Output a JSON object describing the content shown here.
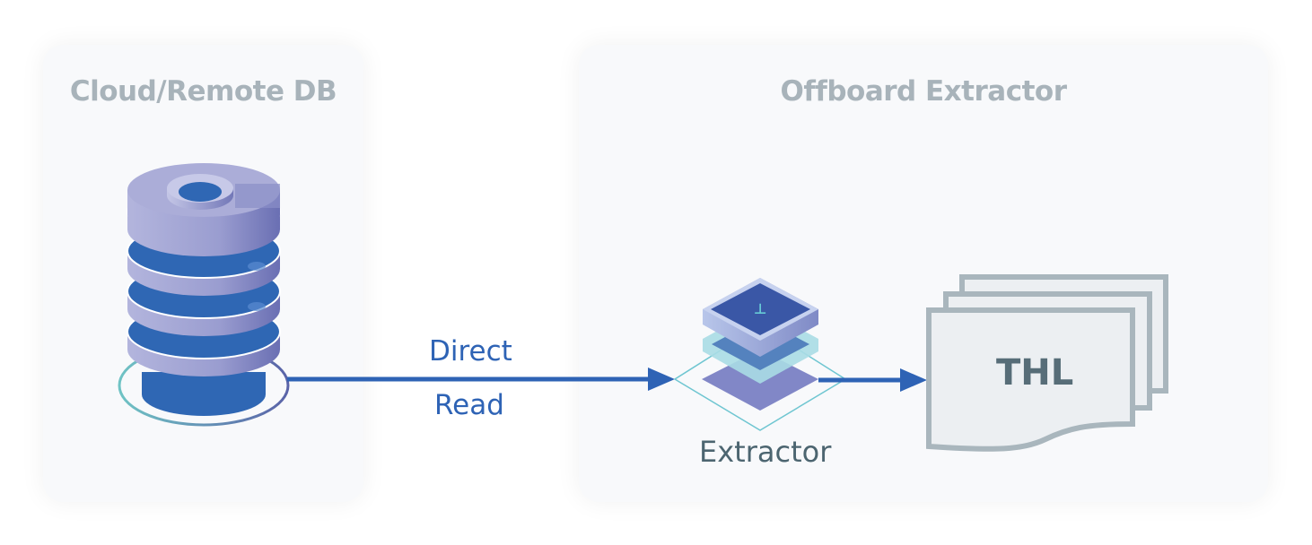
{
  "diagram": {
    "groups": [
      {
        "id": "cloud",
        "title": "Cloud/Remote DB"
      },
      {
        "id": "offboard",
        "title": "Offboard Extractor"
      }
    ],
    "nodes": {
      "database": {
        "label": "",
        "icon": "database-stack-icon"
      },
      "extractor": {
        "label": "Extractor",
        "icon": "chip-stack-icon"
      },
      "thl": {
        "label": "THL",
        "icon": "document-stack-icon"
      }
    },
    "edges": [
      {
        "from": "database",
        "to": "extractor",
        "label_line1": "Direct",
        "label_line2": "Read"
      },
      {
        "from": "extractor",
        "to": "thl",
        "label_line1": "",
        "label_line2": ""
      }
    ],
    "colors": {
      "arrow": "#2e63b5",
      "group_title": "#a8b3ba",
      "panel_bg": "#f8f9fb",
      "db_disc": "#a8aad6",
      "db_core": "#2f67b4",
      "ring_start": "#6fc3c4",
      "ring_end": "#5a63a8",
      "chip_top": "#3a57a6",
      "doc_fill": "#eceff2",
      "doc_stroke": "#a9b6bd",
      "thl_text": "#576d78"
    }
  }
}
